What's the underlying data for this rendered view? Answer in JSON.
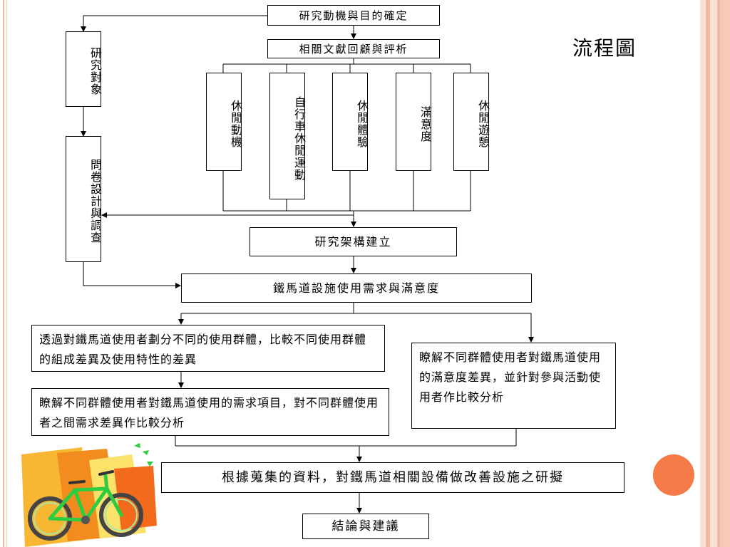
{
  "slide": {
    "title": "流程圖"
  },
  "flow": {
    "motive": "研究動機與目的確定",
    "literature": "相關文獻回顧與評析",
    "subject": "研究對象",
    "questionnaire": "問卷設計與調查",
    "topics": [
      "休閒動機",
      "自行車休閒運動",
      "休閒體驗",
      "滿意度",
      "休閒遊憩"
    ],
    "framework": "研究架構建立",
    "needs_satisfaction": "鐵馬道設施使用需求與滿意度",
    "analysis_groups": "透過對鐵馬道使用者劃分不同的使用群體，比較不同使用群體的組成差異及使用特性的差異",
    "analysis_needs": "瞭解不同群體使用者對鐵馬道使用的需求項目，對不同群體使用者之間需求差異作比較分析",
    "analysis_satisfaction": "瞭解不同群體使用者對鐵馬道使用的滿意度差異，並針對參與活動使用者作比較分析",
    "improvement": "根據蒐集的資料，對鐵馬道相關設備做改善設施之研擬",
    "conclusion": "結論與建議"
  },
  "theme": {
    "stripe_colors": [
      "#f7c9b6",
      "#fbe1d4",
      "#f4b7a0"
    ],
    "accent_circle": "#f47a48",
    "clipart": "bicycle-clipart"
  }
}
